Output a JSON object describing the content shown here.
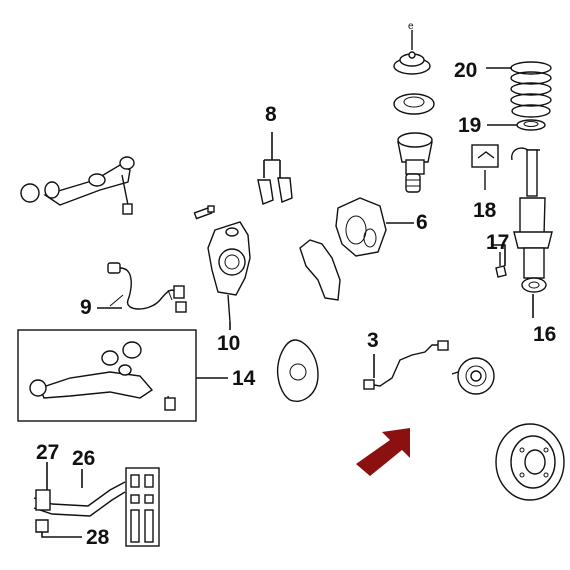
{
  "labels": {
    "l3": "3",
    "l6": "6",
    "l8": "8",
    "l9": "9",
    "l10": "10",
    "l14": "14",
    "l16": "16",
    "l17": "17",
    "l18": "18",
    "l19": "19",
    "l20": "20",
    "l26": "26",
    "l27": "27",
    "l28": "28",
    "le": "e"
  },
  "colors": {
    "arrow": "#8b1010",
    "line": "#111111"
  },
  "icons": {
    "pointer": "red-arrow-icon"
  }
}
